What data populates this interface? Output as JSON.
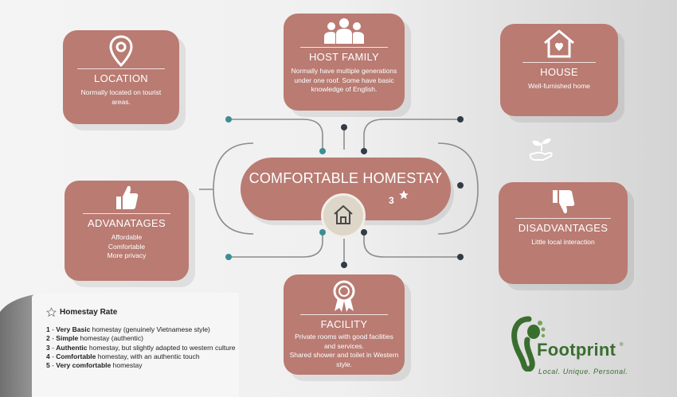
{
  "center": {
    "title": "COMFORTABLE HOMESTAY",
    "rate": "3"
  },
  "cards": {
    "location": {
      "title": "LOCATION",
      "desc": "Normally located on tourist areas."
    },
    "host_family": {
      "title": "HOST FAMILY",
      "desc": "Normally have multiple generations under one roof. Some have basic knowledge of English."
    },
    "house": {
      "title": "HOUSE",
      "desc": "Well-furnished home"
    },
    "advantages": {
      "title": "ADVANATAGES",
      "items": [
        "Affordable",
        "Comfortable",
        "More privacy"
      ]
    },
    "disadvantages": {
      "title": "DISADVANTAGES",
      "desc": "Little local interaction"
    },
    "facility": {
      "title": "FACILITY",
      "items": [
        "Private rooms with good facilities and services.",
        "Shared shower and toilet in Western style."
      ]
    }
  },
  "legend": {
    "heading": "Homestay Rate",
    "rows": [
      {
        "num": "1",
        "bold": "Very Basic",
        "text": " homestay (genuinely Vietnamese style)"
      },
      {
        "num": "2",
        "bold": "Simple",
        "text": " homestay (authentic)"
      },
      {
        "num": "3",
        "bold": "Authentic",
        "text": " homestay, but slightly adapted to western culture"
      },
      {
        "num": "4",
        "bold": "Comfortable",
        "text": " homestay, with an authentic touch"
      },
      {
        "num": "5",
        "bold": "Very comfortable",
        "text": " homestay"
      }
    ]
  },
  "logo": {
    "name": "Footprint",
    "reg": "®",
    "tagline": "Local. Unique. Personal."
  },
  "colors": {
    "card": "#b97b72",
    "logo_green": "#3a6e2f",
    "connector_teal": "#3d8d94",
    "connector_dark": "#333b45"
  }
}
